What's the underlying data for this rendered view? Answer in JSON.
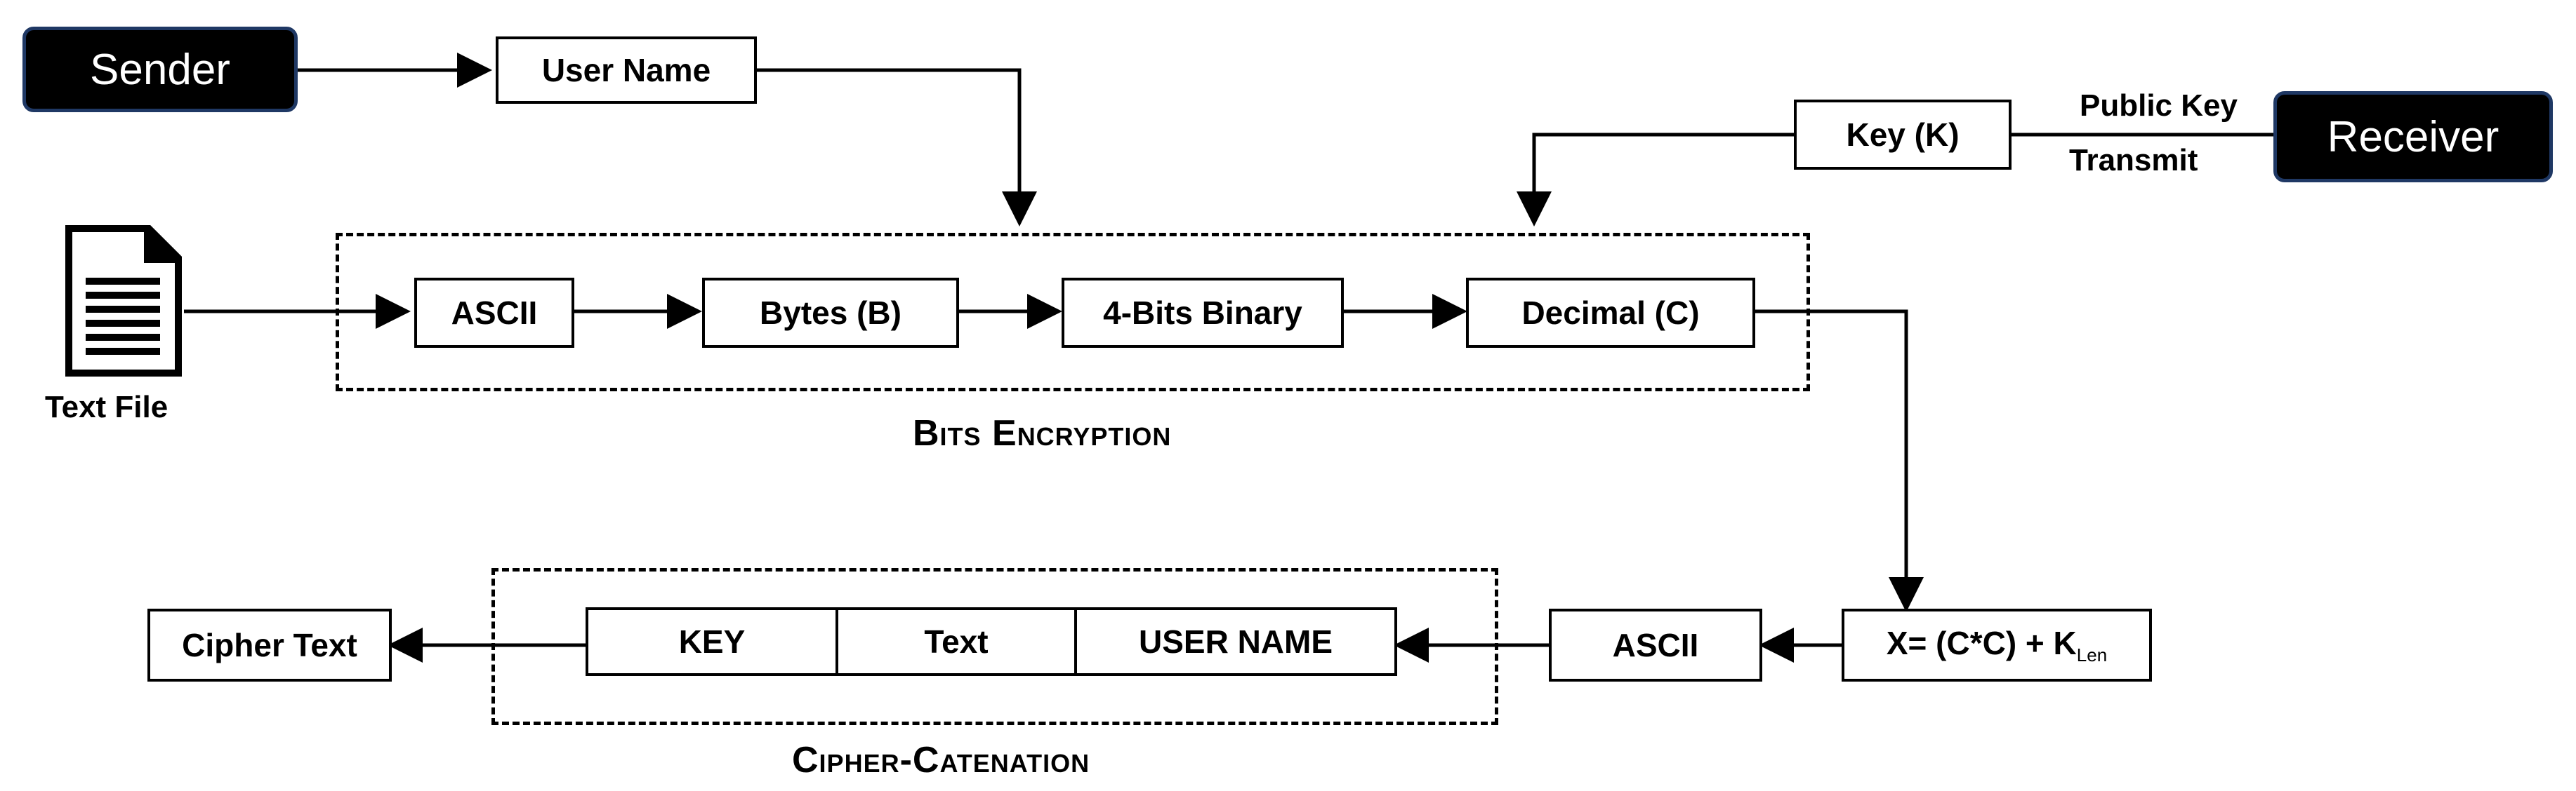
{
  "actors": {
    "sender": "Sender",
    "receiver": "Receiver"
  },
  "inputs": {
    "user_name": "User Name",
    "key": "Key (K)",
    "public_key_label": "Public Key",
    "transmit_label": "Transmit",
    "text_file_label": "Text File"
  },
  "bits_encryption": {
    "title": "Bits Encryption",
    "steps": [
      "ASCII",
      "Bytes (B)",
      "4-Bits Binary",
      "Decimal (C)"
    ]
  },
  "formula": {
    "main": "X= (C*C) + K",
    "subscript": "Len"
  },
  "post_ascii": "ASCII",
  "cipher_catenation": {
    "title": "Cipher-Catenation",
    "cells": [
      "KEY",
      "Text",
      "USER NAME"
    ]
  },
  "output": "Cipher Text"
}
